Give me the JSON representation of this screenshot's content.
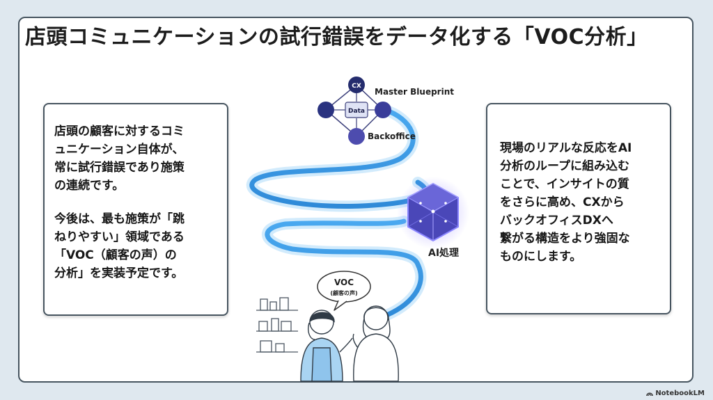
{
  "title": "店頭コミュニケーションの試行錯誤をデータ化する「VOC分析」",
  "left_card": {
    "paragraph1": "店頭の顧客に対するコミ\nュニケーション自体が、\n常に試行錯誤であり施策\nの連続です。",
    "paragraph2": "今後は、最も施策が「跳\nねりやすい」領域である\n「VOC（顧客の声）の\n分析」を実装予定です。"
  },
  "right_card": {
    "text": "現場のリアルな反応をAI\n分析のループに組み込む\nことで、インサイトの質\nをさらに高め、CXから\nバックオフィスDXへ\n繋がる構造をより強固な\nものにします。"
  },
  "diagram": {
    "node_top": "CX",
    "node_center": "Data",
    "label_master": "Master Blueprint",
    "label_backoffice": "Backoffice",
    "label_ai": "AI処理",
    "bubble_line1": "VOC",
    "bubble_line2": "(顧客の声)"
  },
  "footer": {
    "brand": "NotebookLM"
  },
  "colors": {
    "navy": "#27307a",
    "indigo": "#4f4fb8",
    "spiral": "#3fa0e8",
    "cube": "#5a56c9",
    "border": "#46545f"
  }
}
